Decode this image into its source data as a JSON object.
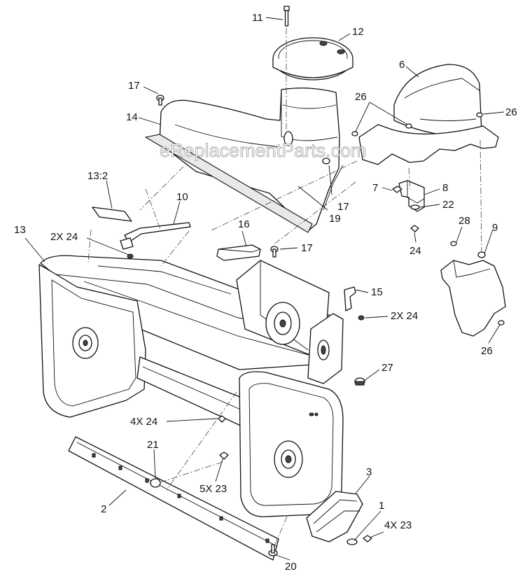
{
  "watermark": "eReplacementParts.com",
  "callouts": [
    {
      "id": "c11",
      "text": "11"
    },
    {
      "id": "c12",
      "text": "12"
    },
    {
      "id": "c6",
      "text": "6"
    },
    {
      "id": "c17a",
      "text": "17"
    },
    {
      "id": "c14",
      "text": "14"
    },
    {
      "id": "c26a",
      "text": "26"
    },
    {
      "id": "c26b",
      "text": "26"
    },
    {
      "id": "c13_2",
      "text": "13:2"
    },
    {
      "id": "c10",
      "text": "10"
    },
    {
      "id": "c7",
      "text": "7"
    },
    {
      "id": "c8",
      "text": "8"
    },
    {
      "id": "c17b",
      "text": "17"
    },
    {
      "id": "c22",
      "text": "22"
    },
    {
      "id": "c19",
      "text": "19"
    },
    {
      "id": "c13",
      "text": "13"
    },
    {
      "id": "c2x24a",
      "text": "2X 24"
    },
    {
      "id": "c16",
      "text": "16"
    },
    {
      "id": "c28",
      "text": "28"
    },
    {
      "id": "c9",
      "text": "9"
    },
    {
      "id": "c17c",
      "text": "17"
    },
    {
      "id": "c24",
      "text": "24"
    },
    {
      "id": "c15",
      "text": "15"
    },
    {
      "id": "c2x24b",
      "text": "2X 24"
    },
    {
      "id": "c26c",
      "text": "26"
    },
    {
      "id": "c27",
      "text": "27"
    },
    {
      "id": "c4x24",
      "text": "4X 24"
    },
    {
      "id": "c21",
      "text": "21"
    },
    {
      "id": "c5x23",
      "text": "5X 23"
    },
    {
      "id": "c2",
      "text": "2"
    },
    {
      "id": "c3",
      "text": "3"
    },
    {
      "id": "c1",
      "text": "1"
    },
    {
      "id": "c4x23",
      "text": "4X 23"
    },
    {
      "id": "c20",
      "text": "20"
    }
  ]
}
